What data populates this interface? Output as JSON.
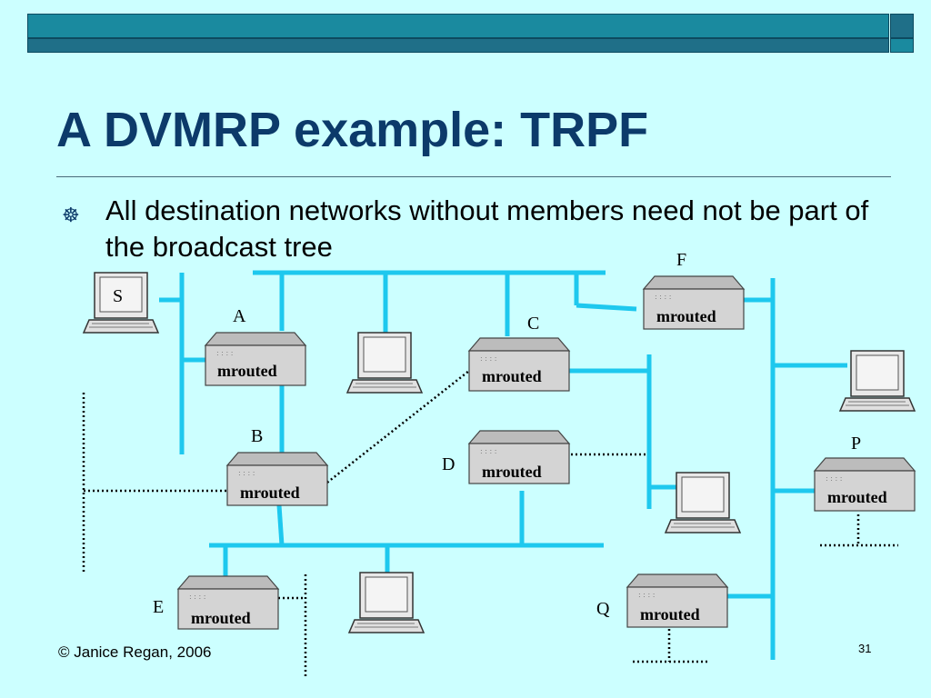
{
  "slide": {
    "title": "A DVMRP example: TRPF",
    "bullet": "All destination networks without members need not be part of the broadcast tree",
    "footer": "© Janice Regan, 2006",
    "slide_number": "31"
  },
  "routers": [
    {
      "id": "A",
      "label": "A",
      "name": "mrouted"
    },
    {
      "id": "B",
      "label": "B",
      "name": "mrouted"
    },
    {
      "id": "C",
      "label": "C",
      "name": "mrouted"
    },
    {
      "id": "D",
      "label": "D",
      "name": "mrouted"
    },
    {
      "id": "E",
      "label": "E",
      "name": "mrouted"
    },
    {
      "id": "F",
      "label": "F",
      "name": "mrouted"
    },
    {
      "id": "P",
      "label": "P",
      "name": "mrouted"
    },
    {
      "id": "Q",
      "label": "Q",
      "name": "mrouted"
    }
  ],
  "source_host_label": "S",
  "colors": {
    "background": "#ccffff",
    "title": "#0c3a6a",
    "link": "#1ec8ee",
    "router_fill": "#d4d4d4"
  }
}
